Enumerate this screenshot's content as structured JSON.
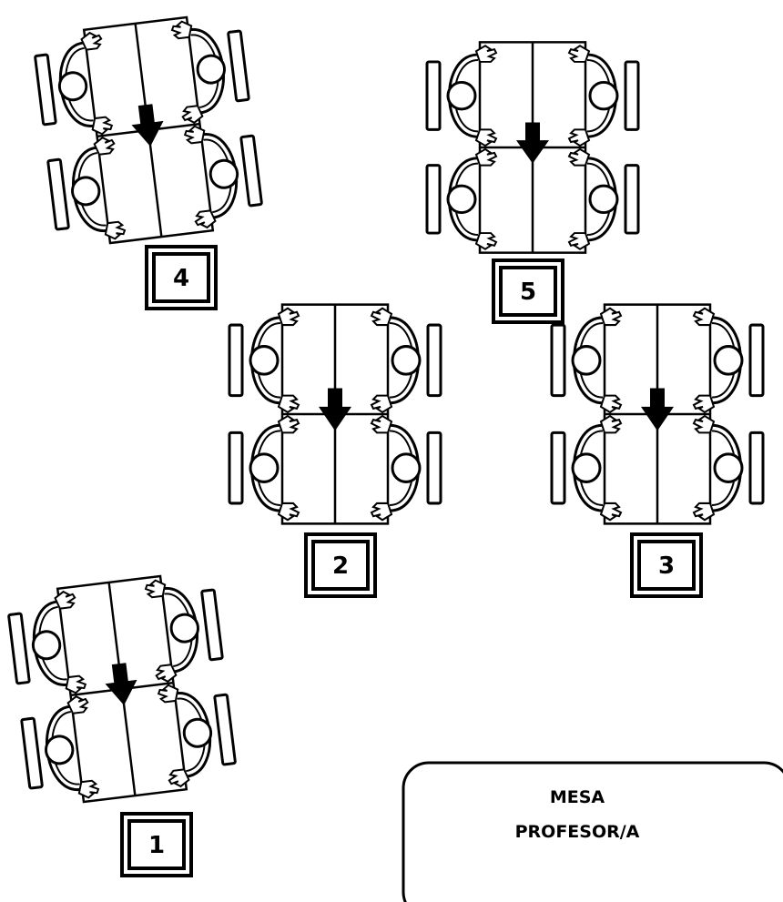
{
  "groups": [
    {
      "id": "group-4",
      "label": "4"
    },
    {
      "id": "group-5",
      "label": "5"
    },
    {
      "id": "group-2",
      "label": "2"
    },
    {
      "id": "group-3",
      "label": "3"
    },
    {
      "id": "group-1",
      "label": "1"
    }
  ],
  "teacher_desk": {
    "line1": "MESA",
    "line2": "PROFESOR/A"
  },
  "colors": {
    "ink": "#000000",
    "paper": "#ffffff"
  }
}
